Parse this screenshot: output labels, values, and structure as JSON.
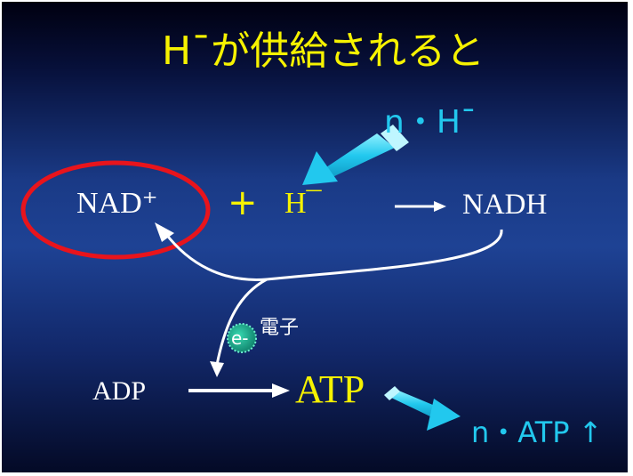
{
  "title": "H¯が供給されると",
  "supply": "n・H¯",
  "reaction": {
    "nad": "NAD⁺",
    "plus": "+",
    "h": "H¯",
    "nadh": "NADH"
  },
  "electron": {
    "symbol": "e-",
    "label": "電子"
  },
  "phosphorylation": {
    "adp": "ADP",
    "atp": "ATP",
    "result": "n・ATP ↑"
  },
  "colors": {
    "title": "#f6f200",
    "accent": "#22c8ee",
    "highlight_ring": "#e8141c",
    "electron": "#1aa88a"
  }
}
